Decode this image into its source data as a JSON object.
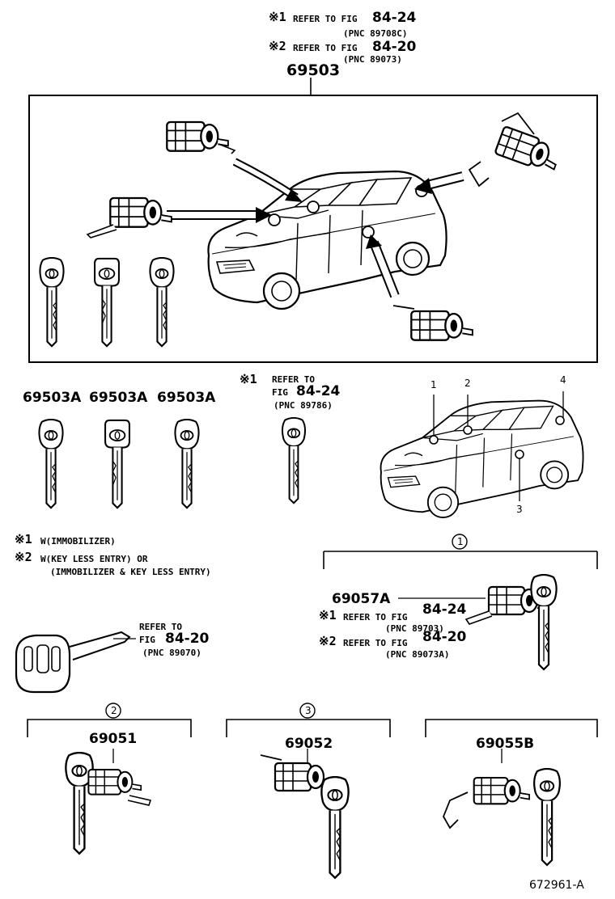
{
  "refs": {
    "top": {
      "r1_mark": "※1",
      "r1_text": "REFER TO FIG",
      "r1_fig": "84-24",
      "r1_pnc": "(PNC 89708C)",
      "r2_mark": "※2",
      "r2_text": "REFER TO FIG",
      "r2_fig": "84-20",
      "r2_pnc": "(PNC 89073)"
    },
    "mid": {
      "mark": "※1",
      "line1": "REFER TO",
      "line2": "FIG",
      "fig": "84-24",
      "pnc": "(PNC 89786)"
    },
    "bottom_left": {
      "line1": "REFER TO",
      "line2": "FIG",
      "fig": "84-20",
      "pnc": "(PNC 89070)"
    },
    "detail1": {
      "r1_mark": "※1",
      "r1_text": "REFER TO FIG",
      "r1_fig": "84-24",
      "r1_pnc": "(PNC 89703)",
      "r2_mark": "※2",
      "r2_text": "REFER TO FIG",
      "r2_fig": "84-20",
      "r2_pnc": "(PNC 89073A)"
    }
  },
  "parts": {
    "main_set": "69503",
    "key_a": "69503A",
    "key_b": "69503A",
    "key_c": "69503A",
    "ignition": "69057A",
    "front_door": "69051",
    "rear_door": "69052",
    "back_door": "69055B"
  },
  "notes": {
    "n1_mark": "※1",
    "n1_text": "W(IMMOBILIZER)",
    "n2_mark": "※2",
    "n2_text": "W(KEY LESS ENTRY) OR",
    "n2_cont": "(IMMOBILIZER & KEY LESS ENTRY)"
  },
  "callouts": {
    "c1": "1",
    "c2": "2",
    "c3": "3",
    "c4": "4"
  },
  "sections": {
    "s1": "1",
    "s2": "2",
    "s3": "3"
  },
  "figure_id": "672961-A"
}
